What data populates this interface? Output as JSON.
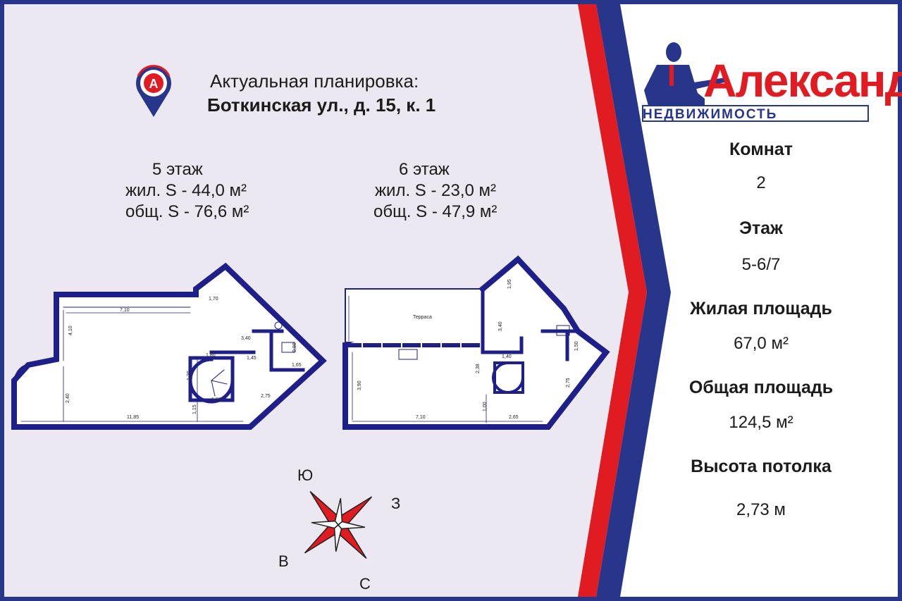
{
  "header": {
    "line1": "Актуальная планировка:",
    "line2": "Боткинская ул., д. 15, к. 1"
  },
  "floors": [
    {
      "name": "5 этаж",
      "living": "жил. S - 44,0 м²",
      "total": "общ. S - 76,6 м²"
    },
    {
      "name": "6 этаж",
      "living": "жил. S - 23,0 м²",
      "total": "общ. S - 47,9 м²"
    }
  ],
  "floorplan_labels": {
    "f5": [
      "7,10",
      "1,70",
      "4,10",
      "2,40",
      "11,85",
      "1,80",
      "1,15",
      "1,80",
      "3,40",
      "1,45",
      "2,75",
      "1,20",
      "1,65",
      "0,90"
    ],
    "f6": [
      "Терраса",
      "3,90",
      "2,38",
      "7,10",
      "1,00",
      "2,65",
      "1,40",
      "2,75",
      "1,50",
      "1,95",
      "3,40"
    ]
  },
  "compass": {
    "south": "Ю",
    "west": "З",
    "east": "В",
    "north": "С"
  },
  "logo": {
    "name": "Александр",
    "subtitle": "НЕДВИЖИМОСТЬ"
  },
  "sidebar": [
    {
      "label": "Комнат",
      "value": "2"
    },
    {
      "label": "Этаж",
      "value": "5-6/7"
    },
    {
      "label": "Жилая площадь",
      "value": "67,0 м²"
    },
    {
      "label": "Общая площадь",
      "value": "124,5 м²"
    },
    {
      "label": "Высота потолка",
      "value": "2,73 м"
    }
  ],
  "colors": {
    "frame": "#27358a",
    "accent": "#e11b22",
    "panel": "#ece8f1",
    "walls": "#1f1f8a"
  }
}
